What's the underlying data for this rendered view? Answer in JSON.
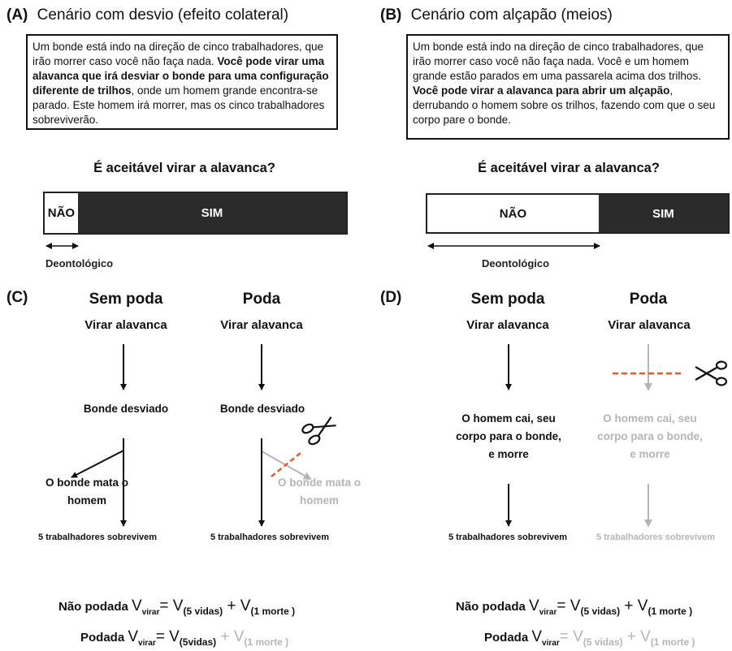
{
  "panelA": {
    "label": "(A)",
    "title": "Cenário com desvio (efeito colateral)",
    "scenario_1": "Um bonde está indo na direção de cinco trabalhadores, que irão morrer caso você não faça nada. ",
    "scenario_2": "Você pode virar uma alavanca que irá desviar o bonde para uma configuração diferente de trilhos",
    "scenario_3": ", onde um homem grande encontra-se parado. Este homem irá morrer, mas os cinco trabalhadores sobreviverão.",
    "question": "É aceitável virar a alavanca?",
    "bar": {
      "no_label": "NÃO",
      "yes_label": "SIM",
      "no_fraction": 0.11
    },
    "deontological_label": "Deontológico"
  },
  "panelB": {
    "label": "(B)",
    "title": "Cenário com alçapão (meios)",
    "scenario_1": "Um bonde está indo na direção de cinco trabalhadores, que irão morrer caso você não faça nada. Você e um homem grande estão parados em uma passarela acima dos trilhos. ",
    "scenario_2": "Você pode virar a alavanca para abrir um alçapão",
    "scenario_3": ", derrubando o homem sobre os trilhos, fazendo com que o seu corpo pare o bonde.",
    "question": "É aceitável virar a alavanca?",
    "bar": {
      "no_label": "NÃO",
      "yes_label": "SIM",
      "no_fraction": 0.57
    },
    "deontological_label": "Deontológico"
  },
  "panelC": {
    "label": "(C)",
    "col1": {
      "heading": "Sem poda",
      "action": "Virar alavanca",
      "node1": "Bonde desviado",
      "branch": "O bonde mata o homem",
      "outcome": "5 trabalhadores sobrevivem"
    },
    "col2": {
      "heading": "Poda",
      "action": "Virar alavanca",
      "node1": "Bonde desviado",
      "branch": "O bonde mata o homem",
      "outcome": "5 trabalhadores sobrevivem"
    },
    "eq1": {
      "prefix": "Não podada",
      "v": "V",
      "vsub": "virar",
      "eq": "= V",
      "t1": "(5 vidas)",
      "plus": " + V",
      "t2": "(1 morte )"
    },
    "eq2": {
      "prefix": "Podada",
      "v": "V",
      "vsub": "virar",
      "eq": "= V",
      "t1": "(5vidas)",
      "plus": " + V",
      "t2": "(1 morte )"
    }
  },
  "panelD": {
    "label": "(D)",
    "col1": {
      "heading": "Sem poda",
      "action": "Virar alavanca",
      "node1": "O homem cai, seu corpo para o bonde, e morre",
      "outcome": "5 trabalhadores sobrevivem"
    },
    "col2": {
      "heading": "Poda",
      "action": "Virar alavanca",
      "node1": "O homem cai, seu corpo para o bonde, e morre",
      "outcome": "5 trabalhadores sobrevivem"
    },
    "eq1": {
      "prefix": "Não podada",
      "v": "V",
      "vsub": "virar",
      "eq": "= V",
      "t1": "(5 vidas)",
      "plus": " + V",
      "t2": "(1 morte )"
    },
    "eq2": {
      "prefix": "Podada",
      "v": "V",
      "vsub": "virar",
      "eq": "= V",
      "t1": "(5 vidas)",
      "plus": " + V",
      "t2": "(1 morte )"
    }
  },
  "colors": {
    "dark": "#2b2b2b",
    "gray": "#b5b5b5",
    "cut_line": "#e8572a"
  },
  "icons": [
    "scissors-icon"
  ]
}
